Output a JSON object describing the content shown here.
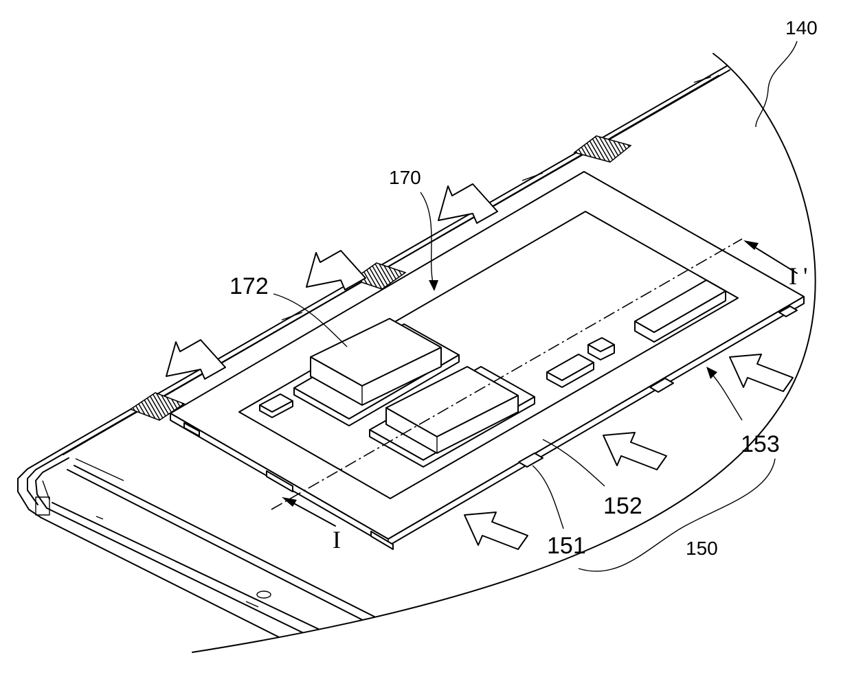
{
  "labels": {
    "ref_140": "140",
    "ref_170": "170",
    "ref_172": "172",
    "ref_153": "153",
    "ref_152": "152",
    "ref_151": "151",
    "ref_150": "150",
    "section_end": "I",
    "section_end_prime": "I '"
  }
}
